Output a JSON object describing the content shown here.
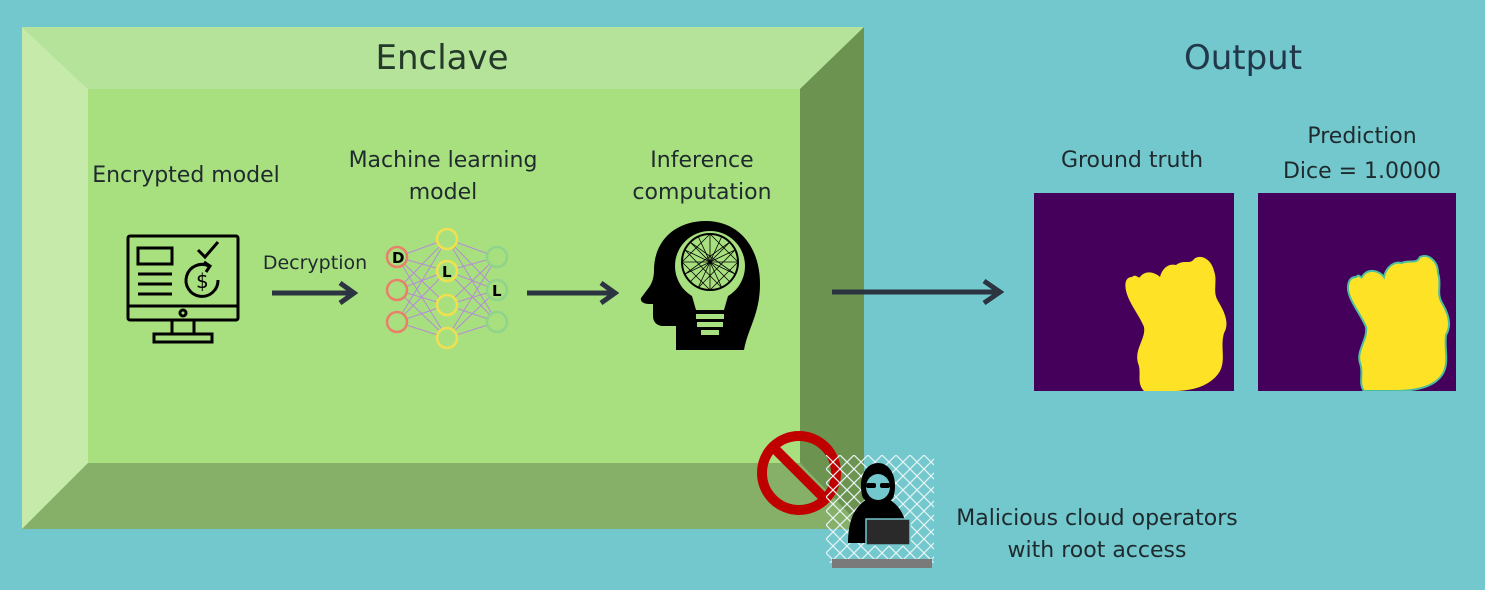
{
  "enclave": {
    "title": "Enclave",
    "encrypted_model_label": "Encrypted model",
    "decryption_label": "Decryption",
    "ml_model_label_line1": "Machine learning",
    "ml_model_label_line2": "model",
    "inference_label_line1": "Inference",
    "inference_label_line2": "computation",
    "network_node_labels": [
      "D",
      "L",
      "L"
    ]
  },
  "output": {
    "title": "Output",
    "ground_truth_label": "Ground truth",
    "prediction_label": "Prediction",
    "dice_label": "Dice = 1.0000"
  },
  "threat": {
    "label_line1": "Malicious cloud operators",
    "label_line2": "with root access"
  },
  "colors": {
    "background": "#72c8cc",
    "enclave_face": "#a8e07f",
    "mask_background": "#44005a",
    "mask_foreground": "#fde225",
    "no_sign": "#c00000"
  }
}
